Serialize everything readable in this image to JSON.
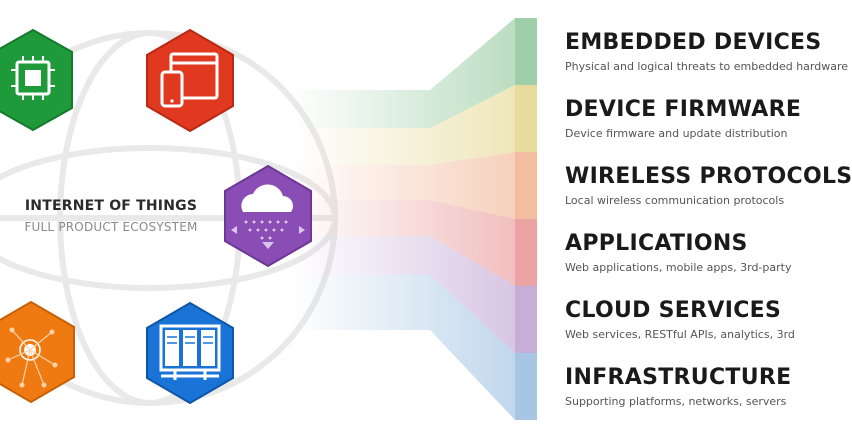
{
  "ecosystem": {
    "title": "INTERNET OF THINGS",
    "subtitle": "FULL PRODUCT ECOSYSTEM"
  },
  "icons": [
    {
      "name": "chip-icon",
      "color": "#1f9a3a"
    },
    {
      "name": "mobile-devices-icon",
      "color": "#e0391f"
    },
    {
      "name": "cloud-icon",
      "color": "#8a4cb5"
    },
    {
      "name": "network-nodes-icon",
      "color": "#f07a12"
    },
    {
      "name": "server-racks-icon",
      "color": "#1a73d6"
    }
  ],
  "categories": [
    {
      "title": "EMBEDDED DEVICES",
      "desc": "Physical and logical threats to embedded hardware",
      "color": "#9fcfa8"
    },
    {
      "title": "DEVICE FIRMWARE",
      "desc": "Device firmware and update distribution",
      "color": "#e8dc9c"
    },
    {
      "title": "WIRELESS PROTOCOLS",
      "desc": "Local wireless communication protocols",
      "color": "#f2bda0"
    },
    {
      "title": "APPLICATIONS",
      "desc": "Web applications, mobile apps, 3rd-party",
      "color": "#eba3a3"
    },
    {
      "title": "CLOUD SERVICES",
      "desc": "Web services, RESTful APIs, analytics, 3rd",
      "color": "#c7aed8"
    },
    {
      "title": "INFRASTRUCTURE",
      "desc": "Supporting platforms, networks, servers",
      "color": "#a6c6e4"
    }
  ]
}
